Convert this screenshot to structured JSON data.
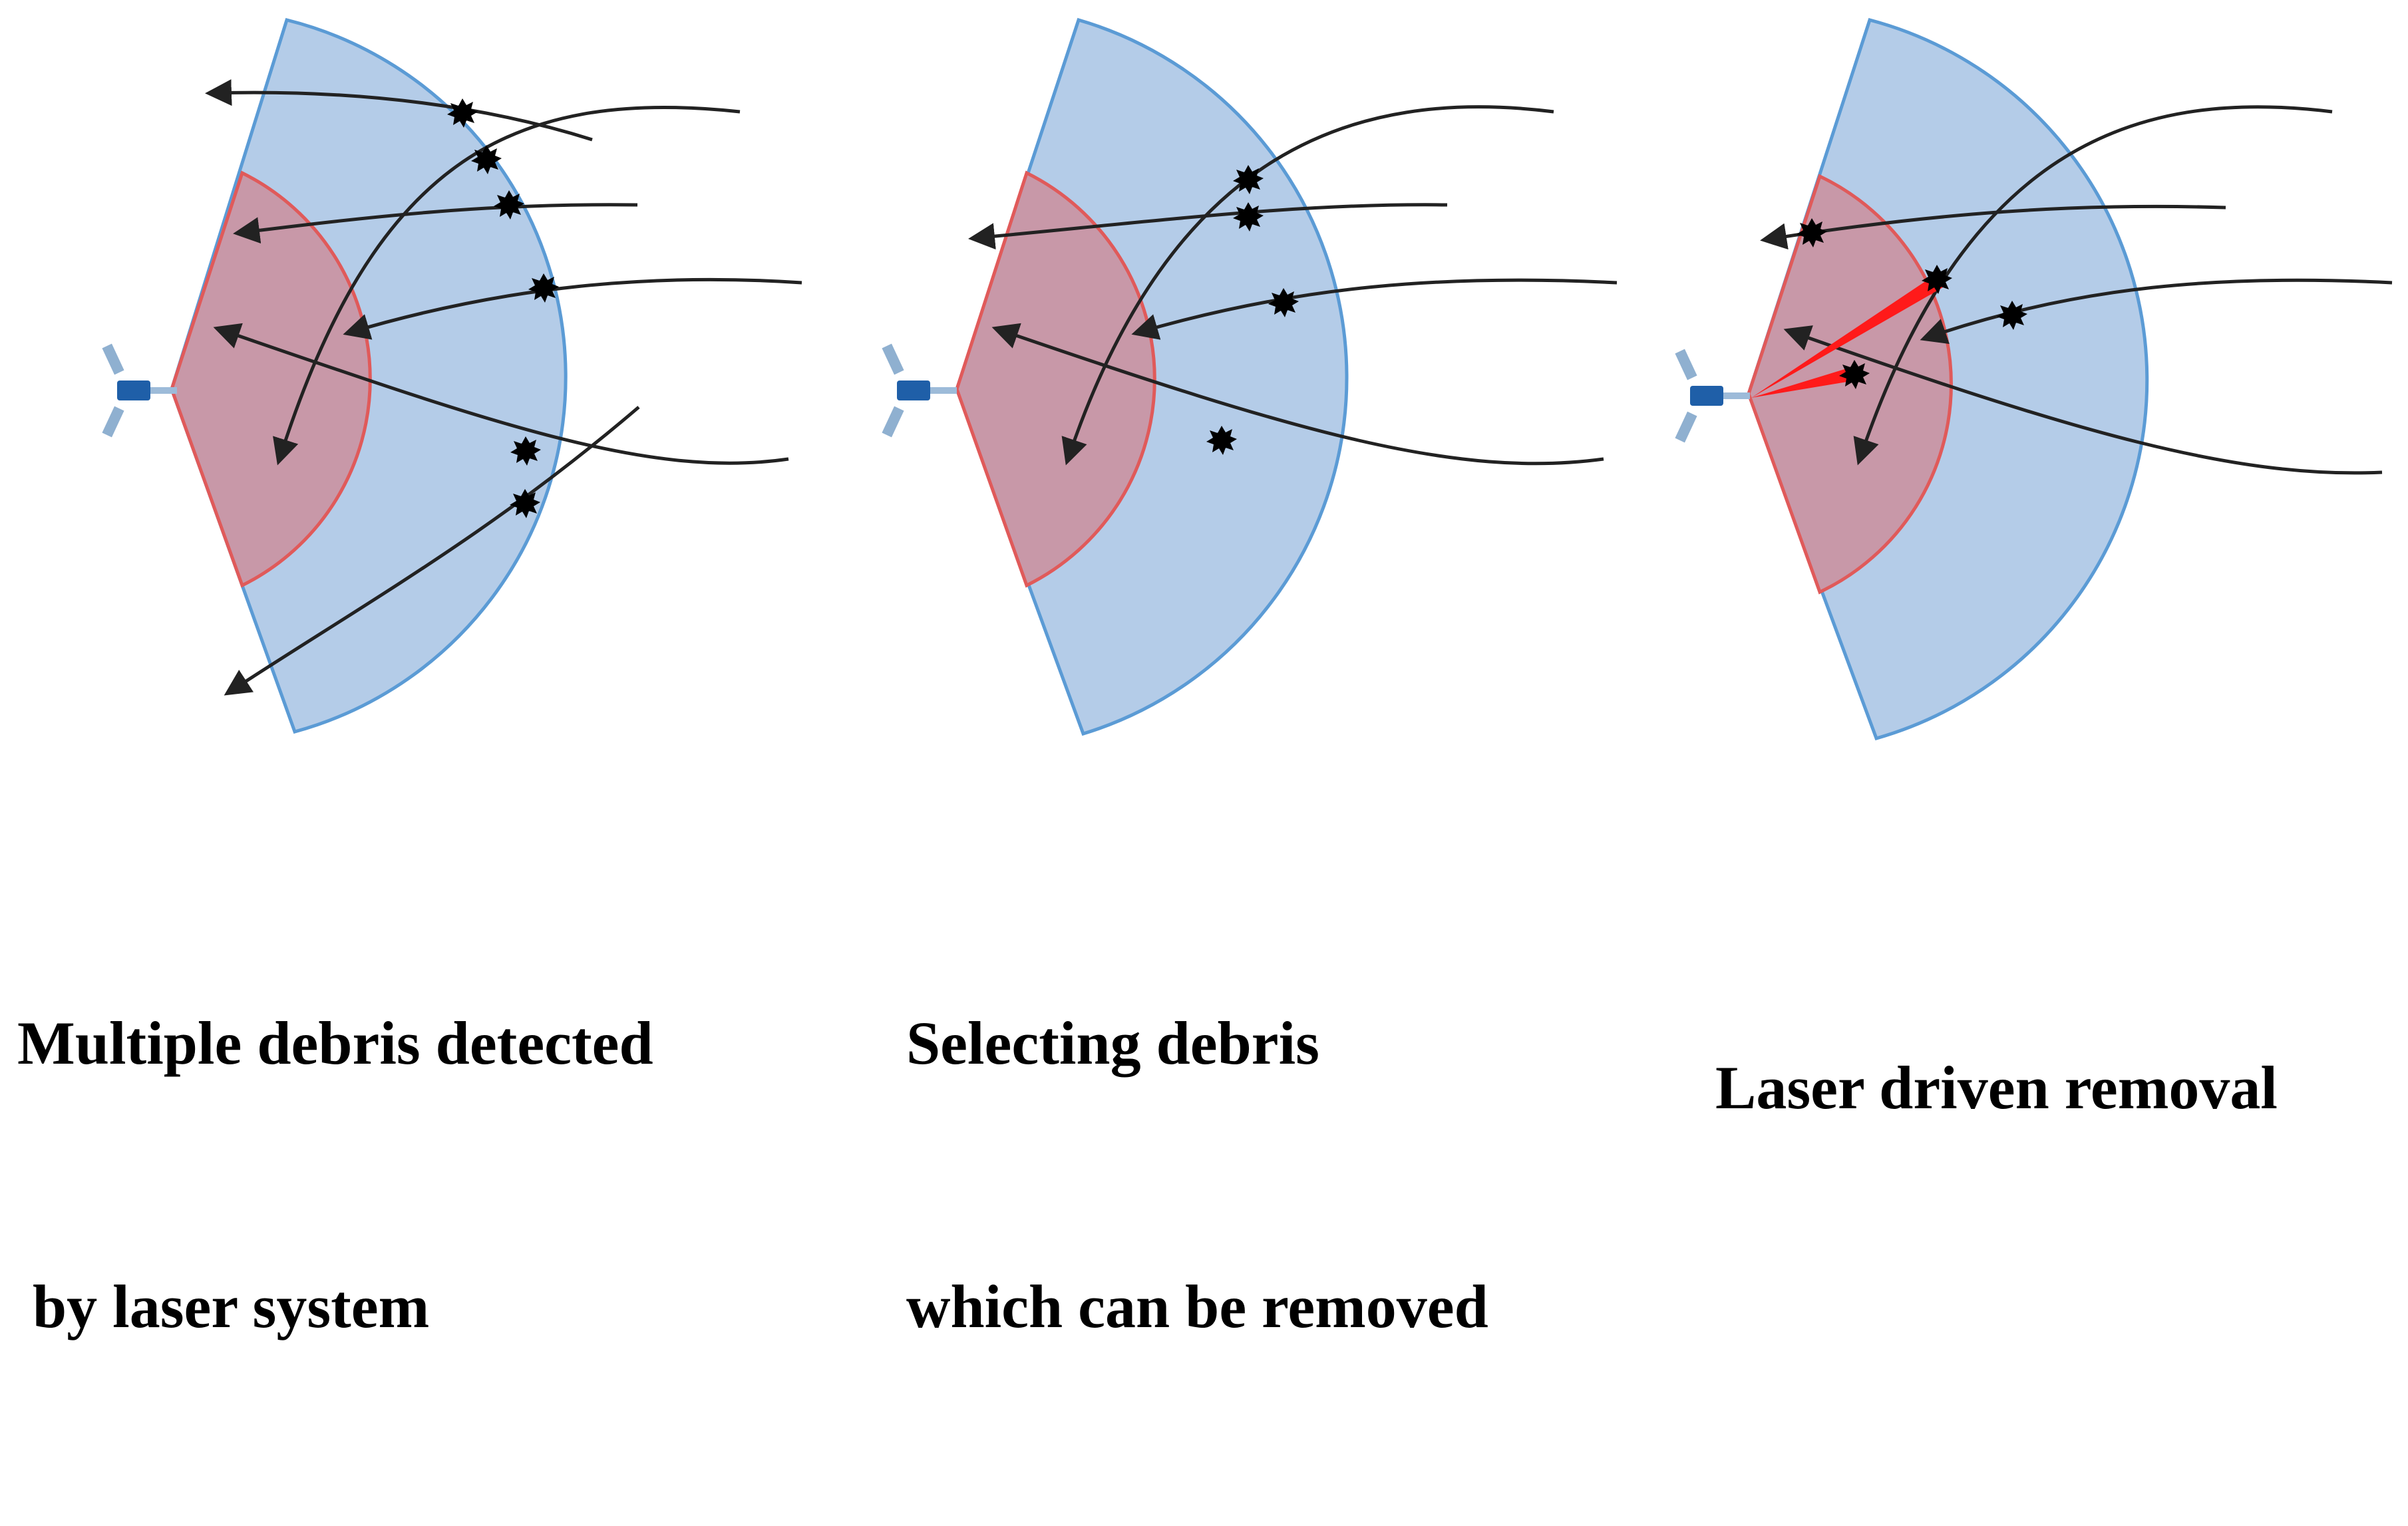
{
  "captions": {
    "panel1_line1": "Multiple debris detected",
    "panel1_line2": " by laser system",
    "panel2_line1": "Selecting debris",
    "panel2_line2": "which can be removed",
    "panel3_line1": "Laser driven removal"
  },
  "colors": {
    "outer_zone_fill": "#b4cce8",
    "outer_zone_stroke": "#5b9bd5",
    "inner_zone_fill": "#c898a8",
    "inner_zone_stroke": "#e05a5a",
    "trajectory": "#222222",
    "debris": "#000000",
    "laser_beam": "#ff1a1a",
    "satellite_body": "#1f5fa8",
    "satellite_panel": "#8fb0d0"
  },
  "icons": {
    "satellite": "satellite-icon",
    "debris": "debris-icon"
  }
}
